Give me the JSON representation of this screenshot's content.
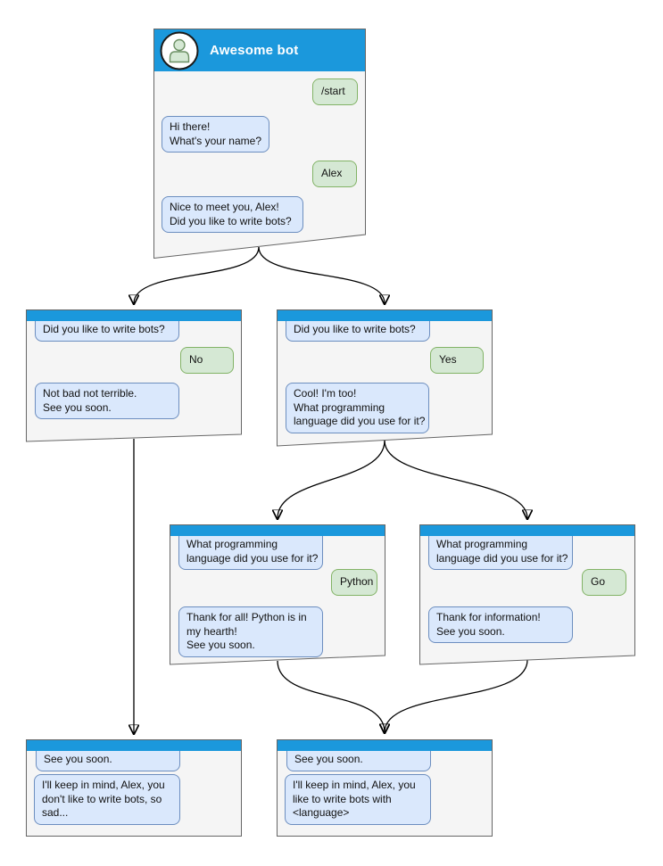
{
  "diagram": {
    "type": "chatbot-flowchart",
    "colors": {
      "header_blue": "#1b98dc",
      "window_bg": "#f5f5f5",
      "window_border": "#666666",
      "bot_bubble_bg": "#dae8fc",
      "bot_bubble_border": "#6c8ebf",
      "user_bubble_bg": "#d5e8d4",
      "user_bubble_border": "#82b366",
      "arrow": "#000000"
    },
    "windows": {
      "main": {
        "title": "Awesome bot",
        "avatar_icon": "person-icon",
        "messages": [
          {
            "from": "user",
            "text": "/start"
          },
          {
            "from": "bot",
            "text": "Hi there!\nWhat's your name?"
          },
          {
            "from": "user",
            "text": "Alex"
          },
          {
            "from": "bot",
            "text": "Nice to meet you, Alex!\nDid you like to write bots?"
          }
        ]
      },
      "branch_no": {
        "messages": [
          {
            "from": "bot",
            "text": "Did you like to write bots?"
          },
          {
            "from": "user",
            "text": "No"
          },
          {
            "from": "bot",
            "text": "Not bad not terrible.\nSee you soon."
          }
        ]
      },
      "branch_yes": {
        "messages": [
          {
            "from": "bot",
            "text": "Did you like to write bots?"
          },
          {
            "from": "user",
            "text": "Yes"
          },
          {
            "from": "bot",
            "text": "Cool! I'm too!\nWhat programming\nlanguage did you use for it?"
          }
        ]
      },
      "branch_python": {
        "messages": [
          {
            "from": "bot",
            "text": "What programming\nlanguage did you use for it?"
          },
          {
            "from": "user",
            "text": "Python"
          },
          {
            "from": "bot",
            "text": "Thank for all! Python is in\nmy hearth!\nSee you soon."
          }
        ]
      },
      "branch_go": {
        "messages": [
          {
            "from": "bot",
            "text": "What programming\nlanguage did you use for it?"
          },
          {
            "from": "user",
            "text": "Go"
          },
          {
            "from": "bot",
            "text": "Thank for information!\nSee you soon."
          }
        ]
      },
      "end_no": {
        "messages": [
          {
            "from": "bot",
            "text": "See you soon."
          },
          {
            "from": "bot",
            "text": "I'll keep in mind, Alex, you\ndon't like to write bots, so\nsad..."
          }
        ]
      },
      "end_yes": {
        "messages": [
          {
            "from": "bot",
            "text": "See you soon."
          },
          {
            "from": "bot",
            "text": "I'll keep in mind, Alex, you\nlike to write bots with\n<language>"
          }
        ]
      }
    },
    "edges": [
      {
        "from": "main",
        "to": "branch_no"
      },
      {
        "from": "main",
        "to": "branch_yes"
      },
      {
        "from": "branch_no",
        "to": "end_no"
      },
      {
        "from": "branch_yes",
        "to": "branch_python"
      },
      {
        "from": "branch_yes",
        "to": "branch_go"
      },
      {
        "from": "branch_python",
        "to": "end_yes"
      },
      {
        "from": "branch_go",
        "to": "end_yes"
      }
    ]
  }
}
